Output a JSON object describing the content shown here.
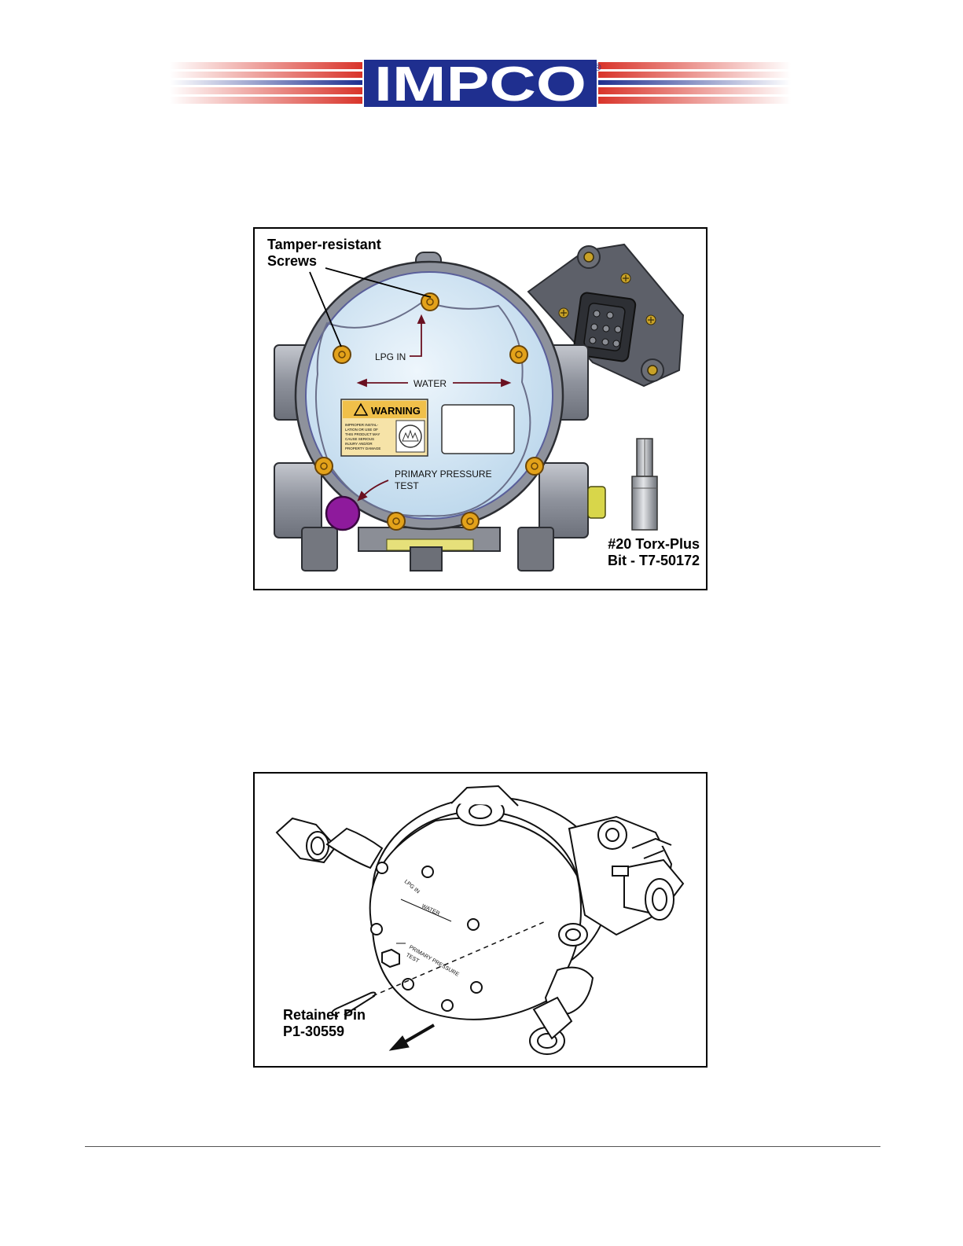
{
  "header": {
    "logo_text": "IMPCO",
    "logo_mark": "®",
    "colors": {
      "blue": "#1f2f8f",
      "red": "#d9342a"
    }
  },
  "figure1": {
    "callout_screws_line1": "Tamper-resistant",
    "callout_screws_line2": "Screws",
    "label_lpg_in": "LPG IN",
    "label_water": "WATER",
    "warning_title": "WARNING",
    "warning_body": [
      "IMPROPER INSTAL-",
      "LATION OR USE OF",
      "THIS PRODUCT MAY",
      "CAUSE SERIOUS",
      "INJURY AND/OR",
      "PROPERTY DAMAGE"
    ],
    "label_test_line1": "PRIMARY PRESSURE",
    "label_test_line2": "TEST",
    "callout_bit_line1": "#20 Torx-Plus",
    "callout_bit_line2": "Bit - T7-50172"
  },
  "figure2": {
    "callout_pin_line1": "Retainer Pin",
    "callout_pin_line2": "P1-30559",
    "label_lpg_in": "LPG IN",
    "label_water": "WATER",
    "label_test_line1": "PRIMARY PRESSURE",
    "label_test_line2": "TEST"
  }
}
